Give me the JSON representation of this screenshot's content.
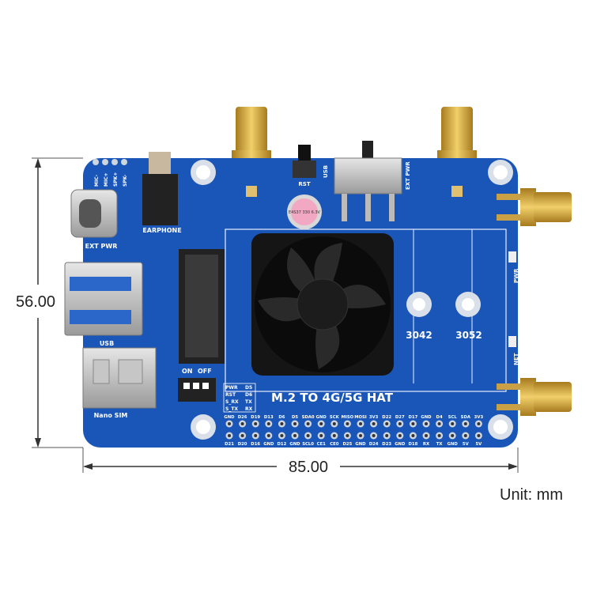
{
  "dimensions": {
    "height_label": "56.00",
    "width_label": "85.00",
    "unit_label": "Unit: mm"
  },
  "board": {
    "title": "M.2 TO 4G/5G HAT",
    "color": "#1a56b8",
    "labels": {
      "ext_pwr_left": "EXT PWR",
      "usb_left": "USB",
      "nano_sim": "Nano SIM",
      "earphone": "EARPHONE",
      "mic_minus": "MIC-",
      "mic_plus": "MIC+",
      "spk_plus": "SPK+",
      "spk_minus": "SPK-",
      "rst": "RST",
      "usb_top": "USB",
      "ext_pwr_top": "EXT PWR",
      "on": "ON",
      "off": "OFF",
      "pwr_right": "PWR",
      "net_right": "NET",
      "hole_3042": "3042",
      "hole_3052": "3052",
      "capacitor": "E4S37 330 6.3V"
    },
    "status_table": [
      [
        "PWR",
        "D5"
      ],
      [
        "RST",
        "D6"
      ],
      [
        "S_RX",
        "TX"
      ],
      [
        "S_TX",
        "RX"
      ]
    ],
    "header_top_labels": [
      "GND",
      "D26",
      "D19",
      "D13",
      "D6",
      "D5",
      "SDA0",
      "GND",
      "SCK",
      "MISO",
      "MOSI",
      "3V3",
      "D22",
      "D27",
      "D17",
      "GND",
      "D4",
      "SCL",
      "SDA",
      "3V3"
    ],
    "header_bottom_labels": [
      "D21",
      "D20",
      "D16",
      "GND",
      "D12",
      "GND",
      "SCL0",
      "CE1",
      "CE0",
      "D25",
      "GND",
      "D24",
      "D23",
      "GND",
      "D18",
      "RX",
      "TX",
      "GND",
      "5V",
      "5V"
    ]
  }
}
